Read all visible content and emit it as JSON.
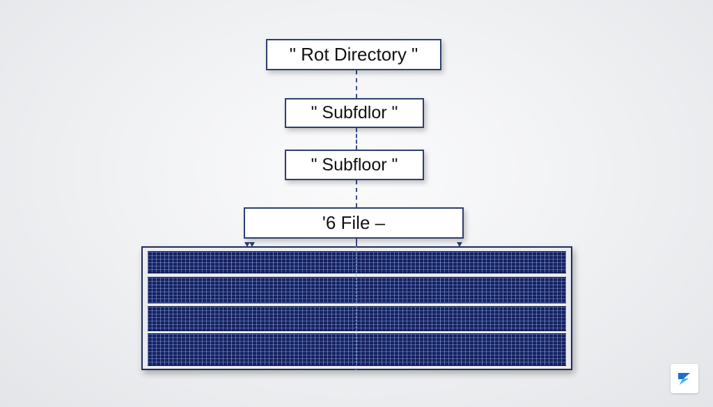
{
  "diagram": {
    "nodes": [
      {
        "id": "root",
        "label": "\" Rot Directory \""
      },
      {
        "id": "sub1",
        "label": "\" Subfdlor \""
      },
      {
        "id": "sub2",
        "label": "\" Subfloor \""
      },
      {
        "id": "file",
        "label": "'6 File –"
      }
    ],
    "colors": {
      "node_border": "#2c3e6e",
      "connector": "#3b4f8a",
      "grid_fill": "#16225e",
      "grid_line": "#8ca5eb"
    }
  },
  "watermark": {
    "icon": "lightning-logo-icon"
  }
}
